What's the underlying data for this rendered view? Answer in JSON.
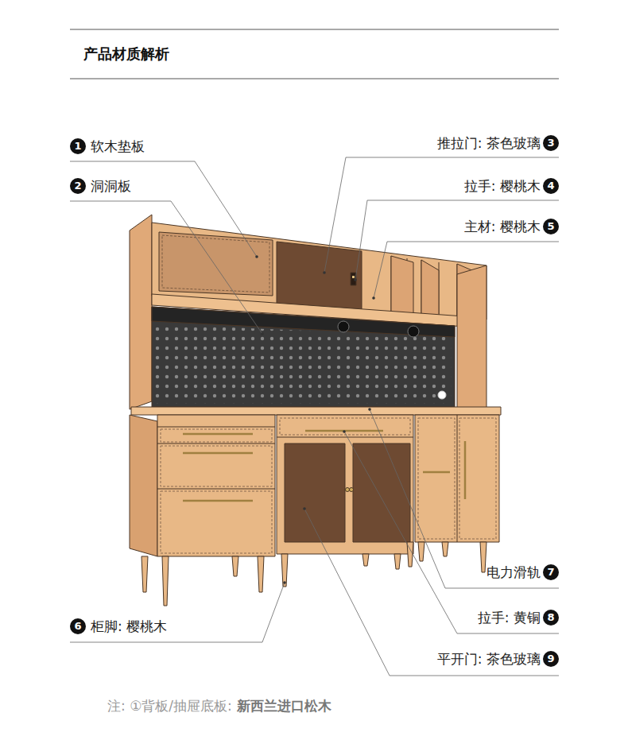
{
  "diagram": {
    "title": "产品材质解析",
    "labels": [
      "1",
      "软木垫板",
      "2",
      "洞洞板",
      "推拉门: 茶色玻璃",
      "3",
      "拉手: 樱桃木",
      "4",
      "主材: 樱桃木",
      "5",
      "6",
      "柜脚: 樱桃木",
      "电力滑轨",
      "7",
      "拉手: 黄铜",
      "8",
      "平开门: 茶色玻璃",
      "9",
      "注: ①背板/抽屉底板:",
      "新西兰进口松木"
    ]
  }
}
